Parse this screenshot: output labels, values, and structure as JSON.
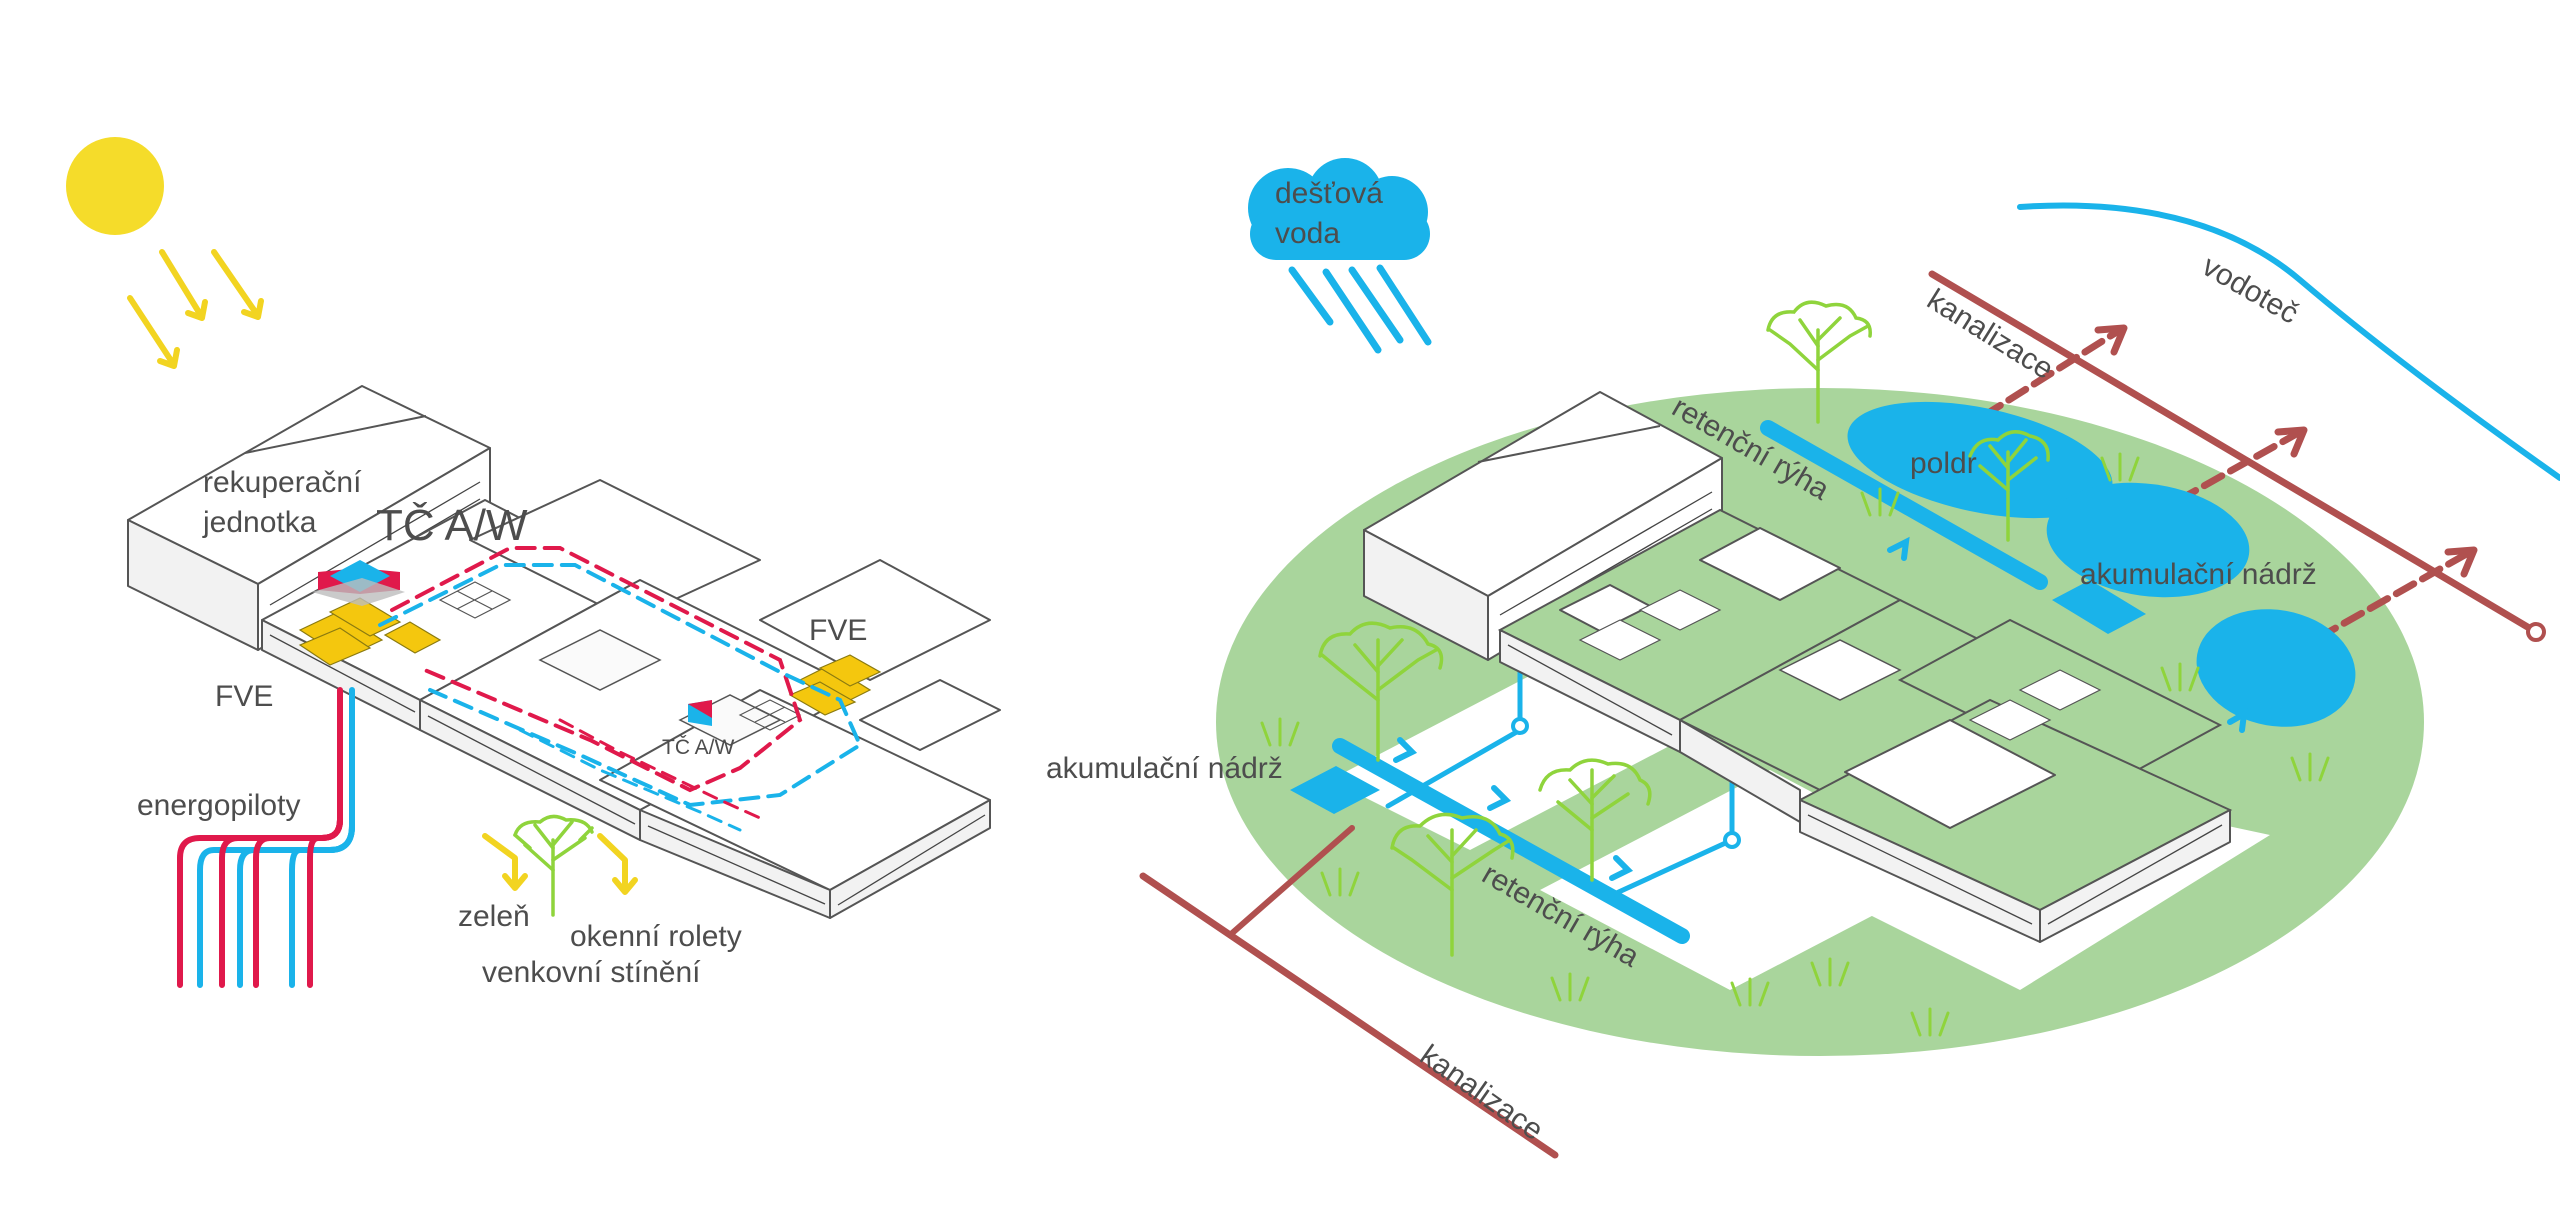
{
  "labels": {
    "rekuperacni": "rekuperační",
    "jednotka": "jednotka",
    "tc_big": "TČ A/W",
    "tc_small": "TČ A/W",
    "fve_right": "FVE",
    "fve_left": "FVE",
    "energopiloty": "energopiloty",
    "zelen": "zeleň",
    "okenni_rolety": "okenní rolety",
    "venkovni_stineni": "venkovní stínění",
    "destova": "dešťová",
    "voda": "voda",
    "vodotec": "vodoteč",
    "kanalizace_top": "kanalizace",
    "kanalizace_bottom": "kanalizace",
    "retencni_ryha_top": "retenční rýha",
    "retencni_ryha_bottom": "retenční rýha",
    "poldr": "poldr",
    "akumulacni_nadrz_right": "akumulační nádrž",
    "akumulacni_nadrz_left": "akumulační nádrž"
  },
  "colors": {
    "sun": "#f5dc2a",
    "arrow_yellow": "#f2d421",
    "water_blue": "#1ab3ea",
    "heat_red": "#e0194b",
    "grass_green": "#a9d59c",
    "tree_green": "#8fd43c",
    "sewer_brown": "#b0504f",
    "text_gray": "#4d4d4d",
    "solar_yellow": "#f4c70e"
  },
  "icons": [
    "sun-icon",
    "rain-cloud-icon",
    "heat-pump-icon",
    "tree-icon",
    "solar-panel-icon"
  ]
}
